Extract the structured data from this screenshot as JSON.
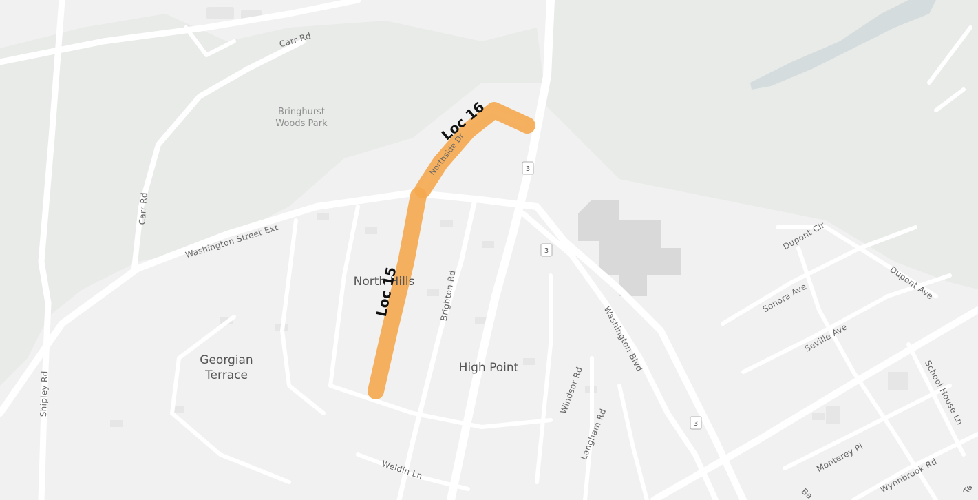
{
  "map": {
    "colors": {
      "background": "#f1f1f1",
      "park": "#e8ebe8",
      "road": "#ffffff",
      "building": "#dcdcdc",
      "route": "#f5a84f",
      "water": "#d5dcdd"
    },
    "routes": [
      {
        "id": "loc15",
        "label": "Loc 15"
      },
      {
        "id": "loc16",
        "label": "Loc 16"
      }
    ],
    "parks": [
      {
        "line1": "Bringhurst",
        "line2": "Woods Park"
      }
    ],
    "areas": [
      "North Hills",
      "Georgian",
      "Terrace",
      "High Point"
    ],
    "roads": {
      "carr_rd_top": "Carr Rd",
      "carr_rd_vertical": "Carr Rd",
      "washington_street_ext": "Washington Street Ext",
      "shipley_rd": "Shipley Rd",
      "northside_dr": "Northside Dr",
      "brighton_rd": "Brighton Rd",
      "washington_blvd": "Washington Blvd",
      "windsor_rd": "Windsor Rd",
      "langham_rd": "Langham Rd",
      "weldin_ln": "Weldin Ln",
      "dupont_cir": "Dupont Cir",
      "dupont_ave": "Dupont Ave",
      "sonora_ave": "Sonora Ave",
      "seville_ave": "Seville Ave",
      "school_house_ln": "School House Ln",
      "monterey_pl": "Monterey Pl",
      "wynnbrook_rd": "Wynnbrook Rd",
      "bottom_cut_1": "Ba",
      "bottom_cut_2": "Ta"
    },
    "shields": [
      "3",
      "3",
      "3"
    ]
  }
}
